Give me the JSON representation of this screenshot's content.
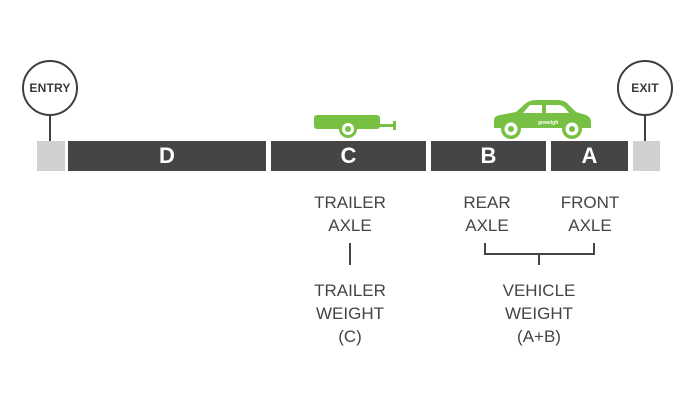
{
  "markers": {
    "entry": "ENTRY",
    "exit": "EXIT"
  },
  "segments": {
    "d": "D",
    "c": "C",
    "b": "B",
    "a": "A"
  },
  "labels": {
    "trailer_axle": [
      "TRAILER",
      "AXLE"
    ],
    "rear_axle": [
      "REAR",
      "AXLE"
    ],
    "front_axle": [
      "FRONT",
      "AXLE"
    ],
    "trailer_weight": [
      "TRAILER",
      "WEIGHT",
      "(C)"
    ],
    "vehicle_weight": [
      "VEHICLE",
      "WEIGHT",
      "(A+B)"
    ]
  },
  "car": {
    "logo_text": "goweigh"
  },
  "colors": {
    "segment": "#454545",
    "cap": "#d0d0d0",
    "vehicle": "#78c043",
    "outline": "#3f3f3f"
  },
  "icons": [
    "trailer-icon",
    "car-icon"
  ]
}
